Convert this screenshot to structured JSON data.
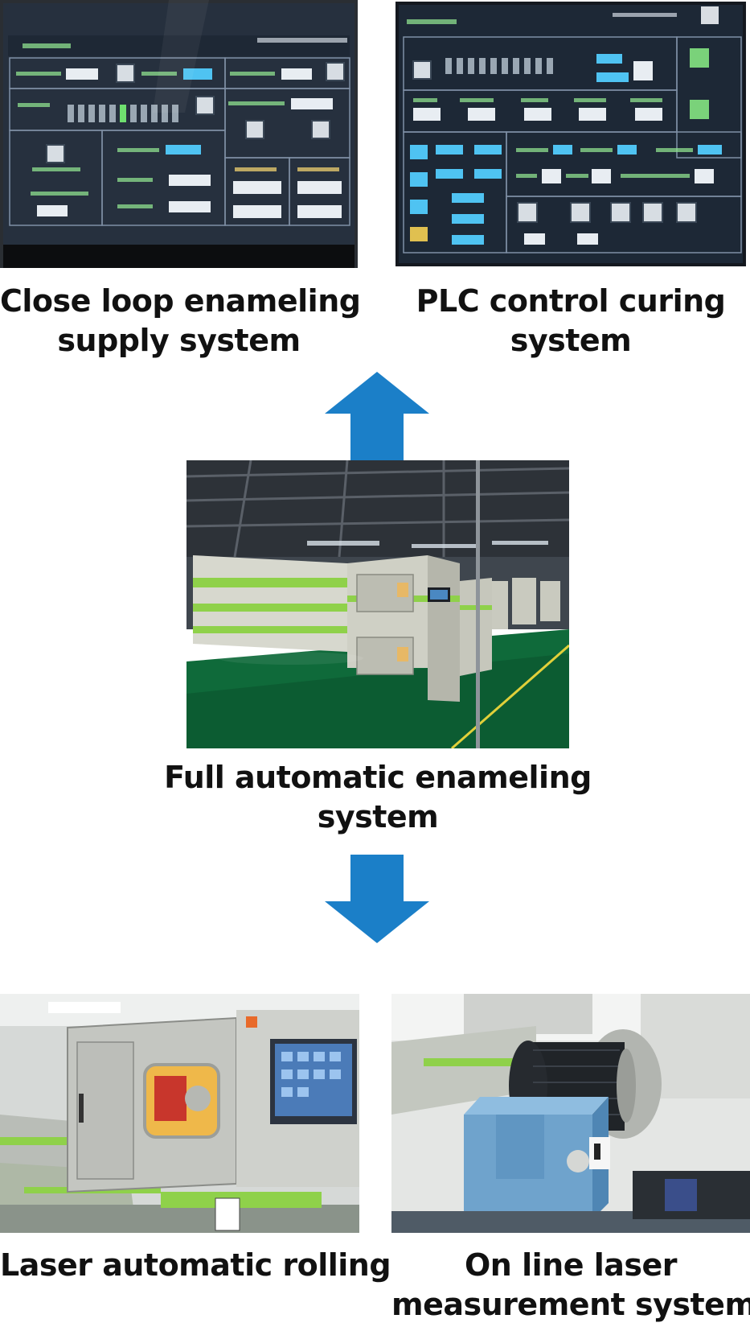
{
  "colors": {
    "arrow": "#1b7fc8",
    "caption": "#111111",
    "hmi_background": "#1f2a3a",
    "hmi_text": "#7fe07f",
    "machine_green": "#8fd14a"
  },
  "panels": {
    "supply": {
      "caption_lines": [
        "Close loop enameling",
        "supply system"
      ],
      "image": "hmi-screen-photo"
    },
    "plc": {
      "caption_lines": [
        "PLC control curing",
        "system"
      ],
      "image": "hmi-screen-photo"
    },
    "full": {
      "caption_lines": [
        "Full automatic enameling",
        "system"
      ],
      "image": "factory-enameling-line-photo"
    },
    "laser": {
      "caption_lines": [
        "Laser automatic rolling"
      ],
      "image": "rolling-machine-photo"
    },
    "measure": {
      "caption_lines": [
        "On line laser",
        "measurement system"
      ],
      "image": "laser-measurement-photo"
    }
  },
  "arrows": {
    "up": {
      "icon": "arrow-up-icon"
    },
    "down": {
      "icon": "arrow-down-icon"
    }
  }
}
